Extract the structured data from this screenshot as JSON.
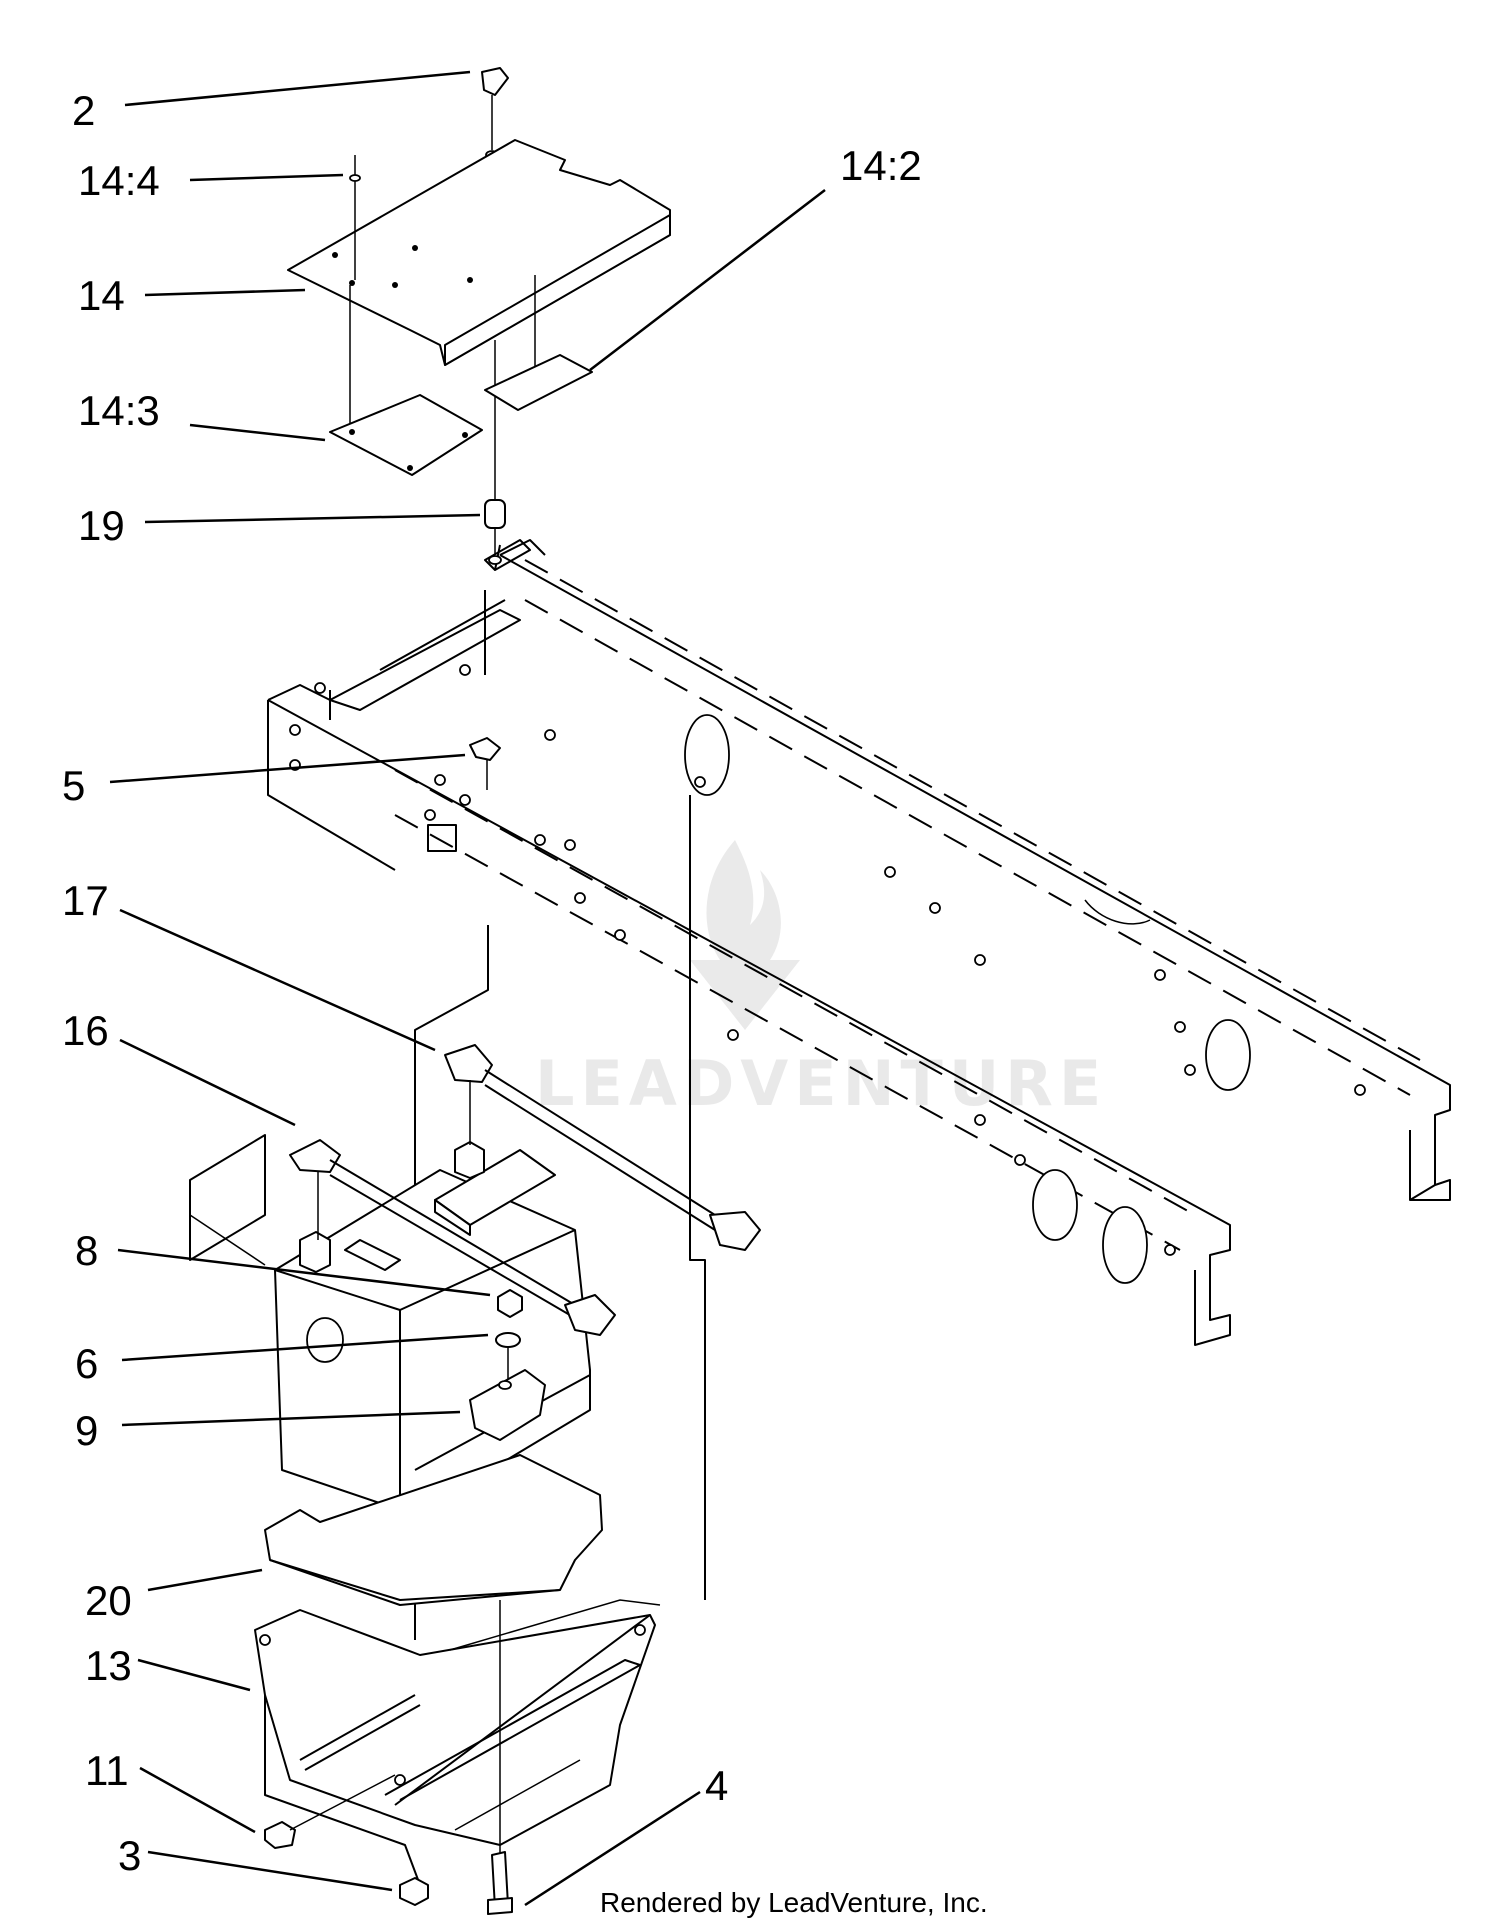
{
  "diagram": {
    "callouts": [
      {
        "id": "2",
        "label": "2"
      },
      {
        "id": "14-4",
        "label": "14:4"
      },
      {
        "id": "14-2",
        "label": "14:2"
      },
      {
        "id": "14",
        "label": "14"
      },
      {
        "id": "14-3",
        "label": "14:3"
      },
      {
        "id": "19",
        "label": "19"
      },
      {
        "id": "5",
        "label": "5"
      },
      {
        "id": "17",
        "label": "17"
      },
      {
        "id": "16",
        "label": "16"
      },
      {
        "id": "8",
        "label": "8"
      },
      {
        "id": "6",
        "label": "6"
      },
      {
        "id": "9",
        "label": "9"
      },
      {
        "id": "20",
        "label": "20"
      },
      {
        "id": "13",
        "label": "13"
      },
      {
        "id": "11",
        "label": "11"
      },
      {
        "id": "3",
        "label": "3"
      },
      {
        "id": "4",
        "label": "4"
      }
    ],
    "footer": "Rendered by LeadVenture, Inc.",
    "watermark": {
      "text": "LEADVENTURE",
      "color": "#d8d8d8",
      "icon": "flame-logo-icon"
    },
    "colors": {
      "line": "#000000",
      "background": "#ffffff"
    }
  }
}
